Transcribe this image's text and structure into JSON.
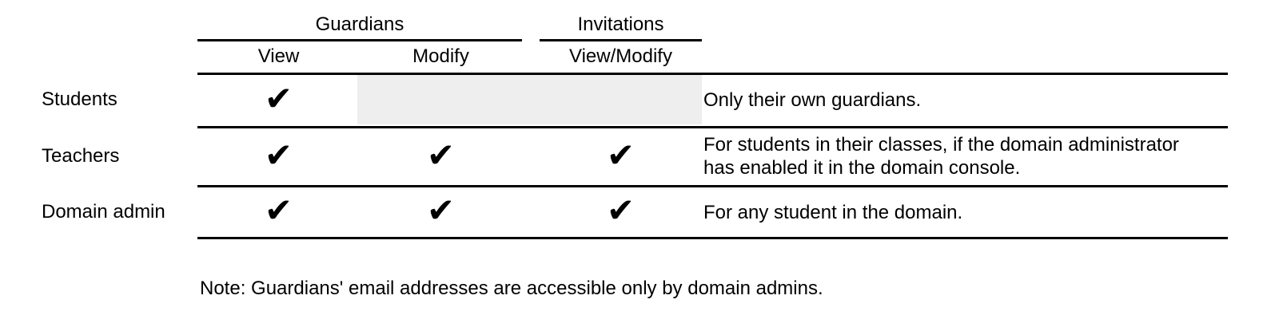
{
  "colors": {
    "background": "#ffffff",
    "text": "#000000",
    "rule": "#000000",
    "na_shade": "#eeeeee"
  },
  "table": {
    "column_groups": [
      {
        "label": "Guardians"
      },
      {
        "label": "Invitations"
      }
    ],
    "sub_headers": [
      "View",
      "Modify",
      "View/Modify"
    ],
    "check_glyph": "✔",
    "rows": [
      {
        "label": "Students",
        "cells": {
          "view": "✔",
          "modify": "",
          "view_modify": ""
        },
        "note": "Only their own guardians."
      },
      {
        "label": "Teachers",
        "cells": {
          "view": "✔",
          "modify": "✔",
          "view_modify": "✔"
        },
        "note": "For students in their classes, if the domain administrator\nhas enabled it in the domain console."
      },
      {
        "label": "Domain admin",
        "cells": {
          "view": "✔",
          "modify": "✔",
          "view_modify": "✔"
        },
        "note": "For any student in the domain."
      }
    ]
  },
  "footnote": "Note: Guardians' email addresses are accessible only by domain admins."
}
